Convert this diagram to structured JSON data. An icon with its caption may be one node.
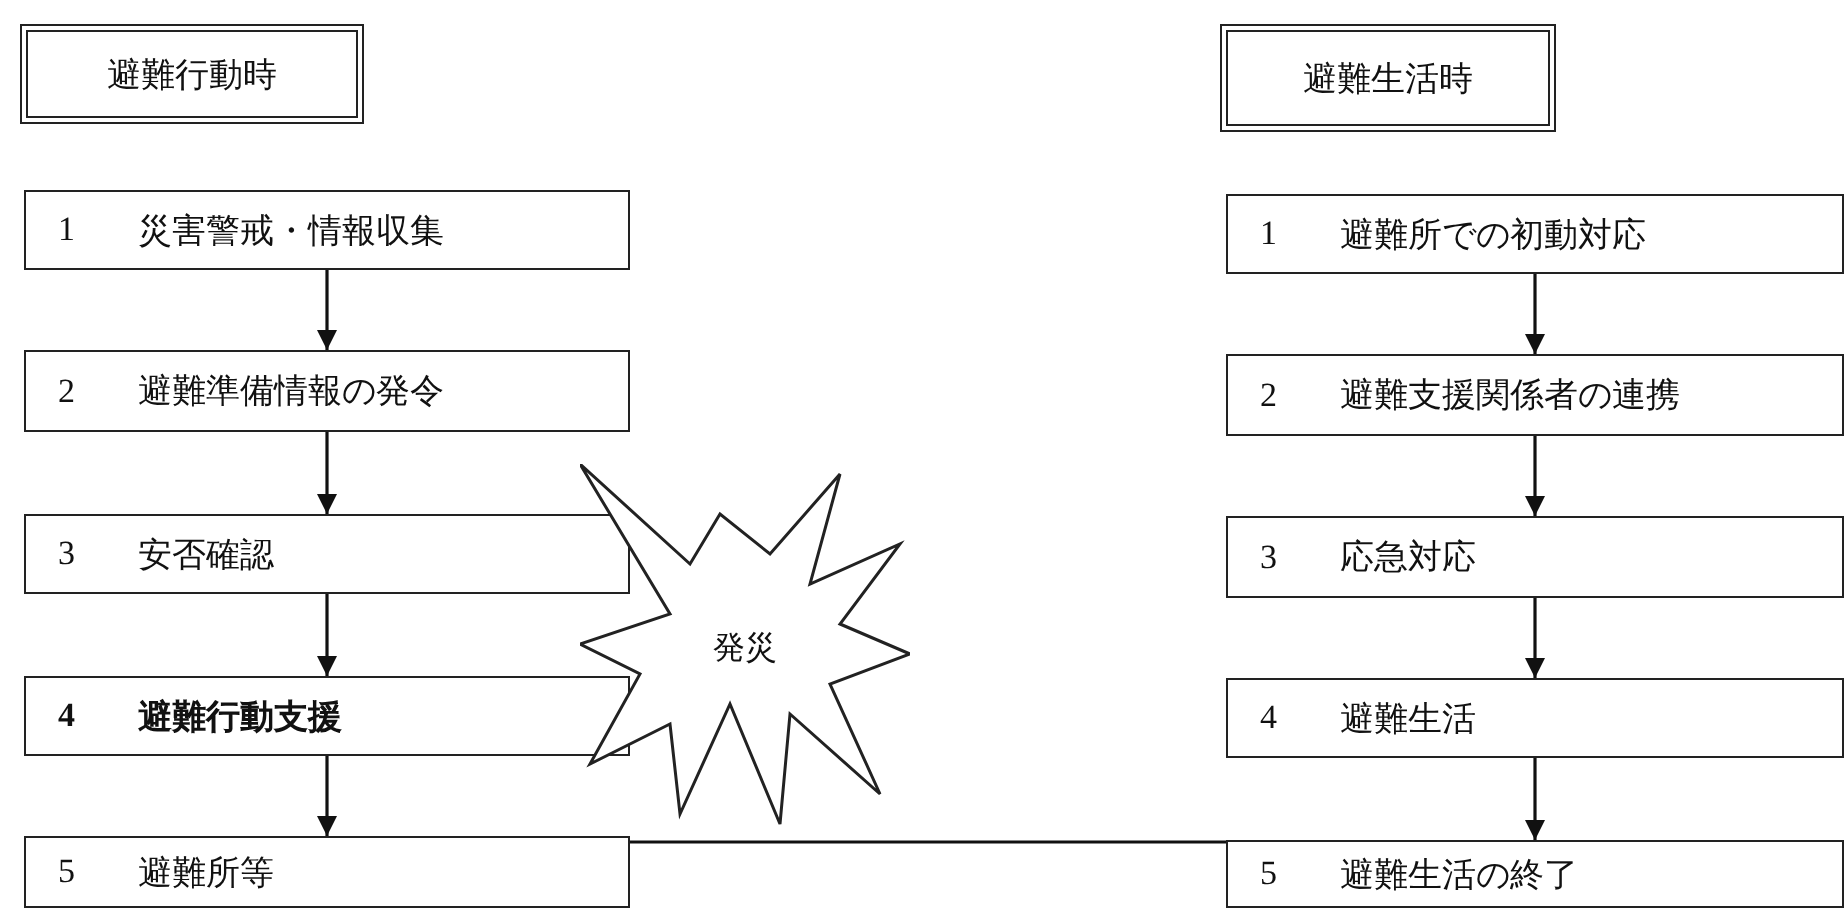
{
  "diagram": {
    "nodes": [
      {
        "text": [
          "避難行動時"
        ]
      },
      {
        "text": [
          "1",
          "災害警戒・情報収集"
        ]
      },
      {
        "text": [
          "2",
          "避難準備情報の発令"
        ]
      },
      {
        "text": [
          "3",
          "安否確認"
        ]
      },
      {
        "text": [
          "4",
          "避難行動支援"
        ]
      },
      {
        "text": [
          "5",
          "避難所等"
        ]
      },
      {
        "text": [
          "発災"
        ]
      },
      {
        "text": [
          "避難生活時"
        ]
      },
      {
        "text": [
          "1",
          "避難所での初動対応"
        ]
      },
      {
        "text": [
          "2",
          "避難支援関係者の連携"
        ]
      },
      {
        "text": [
          "3",
          "応急対応"
        ]
      },
      {
        "text": [
          "4",
          "避難生活"
        ]
      },
      {
        "text": [
          "5",
          "避難生活の終了"
        ]
      }
    ],
    "edges": [
      {
        "from": 1,
        "to": 2,
        "arrow": "to"
      },
      {
        "from": 2,
        "to": 3,
        "arrow": "to"
      },
      {
        "from": 3,
        "to": 4,
        "arrow": "to"
      },
      {
        "from": 4,
        "to": 5,
        "arrow": "to"
      },
      {
        "from": 8,
        "to": 9,
        "arrow": "to"
      },
      {
        "from": 9,
        "to": 10,
        "arrow": "to"
      },
      {
        "from": 10,
        "to": 11,
        "arrow": "to"
      },
      {
        "from": 11,
        "to": 12,
        "arrow": "to"
      },
      {
        "from": 5,
        "to": 12,
        "arrow": "none"
      }
    ]
  }
}
